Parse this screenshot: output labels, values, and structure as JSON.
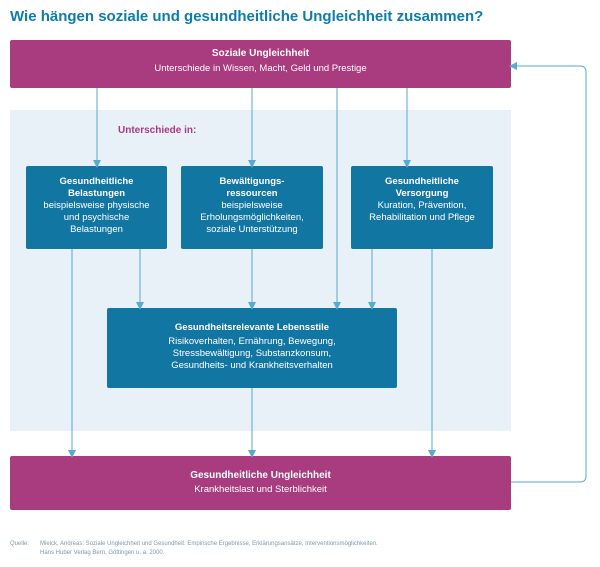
{
  "title": "Wie hängen soziale und gesundheitliche Ungleichheit zusammen?",
  "top": {
    "title": "Soziale Ungleichheit",
    "text": "Unterschiede in Wissen, Macht, Geld und Prestige"
  },
  "panel_label": "Unterschiede in:",
  "boxes": [
    {
      "title": "Gesundheitliche Belastungen",
      "text": "beispielsweise physische und psychische Belastungen"
    },
    {
      "title": "Bewältigungs-ressourcen",
      "text": "beispielsweise Erholungsmöglichkeiten, soziale Unterstützung"
    },
    {
      "title": "Gesundheitliche Versorgung",
      "text": "Kuration, Prävention, Rehabilitation und Pflege"
    }
  ],
  "lifestyle": {
    "title": "Gesundheitsrelevante Lebensstile",
    "text": "Risikoverhalten, Ernährung, Bewegung, Stressbewältigung, Substanzkonsum, Gesundheits- und Krankheitsverhalten"
  },
  "bottom": {
    "title": "Gesundheitliche Ungleichheit",
    "text": "Krankheitslast und Sterblichkeit"
  },
  "source": {
    "label": "Quelle:",
    "line1": "Mielck, Andreas: Soziale Ungleichheit und Gesundheit. Empirische Ergebnisse, Erklärungsansätze, Interventionsmöglichkeiten.",
    "line2": "Hans Huber Verlag Bern, Göttingen u. a. 2000."
  },
  "colors": {
    "magenta": "#a83c7f",
    "teal": "#1276a3",
    "panel": "#e8f1f8",
    "arrow": "#5aa9d0",
    "title": "#0d7ea8"
  }
}
